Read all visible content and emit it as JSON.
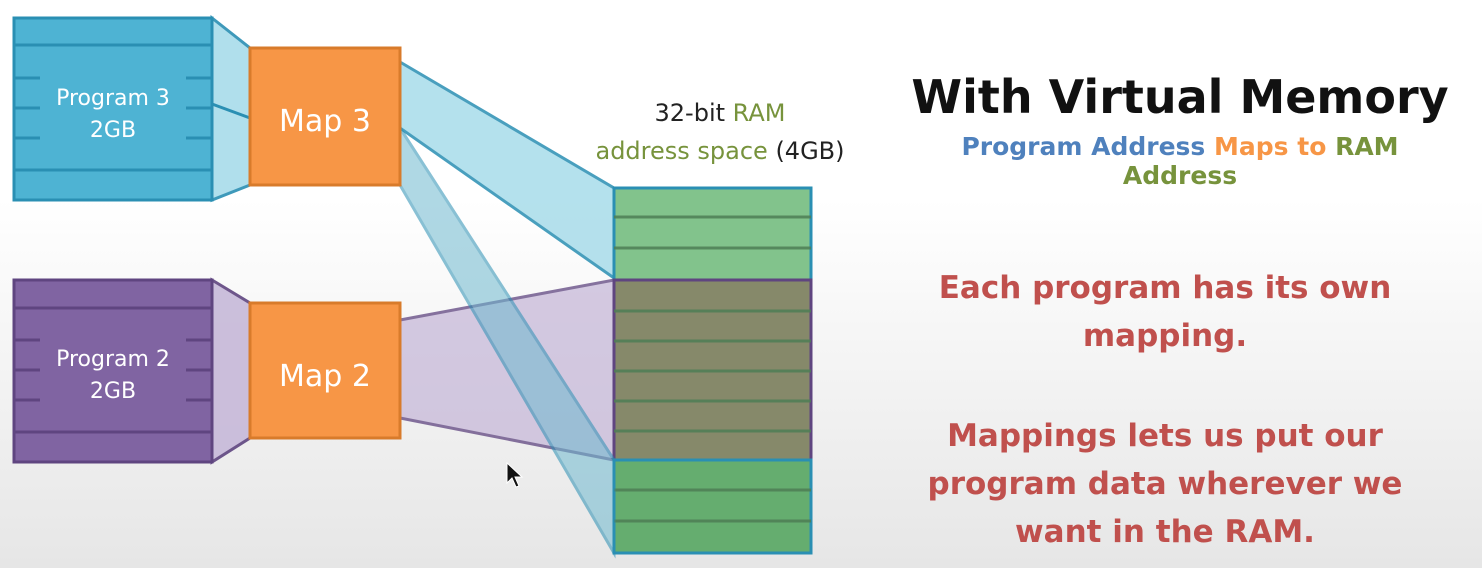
{
  "programs": [
    {
      "name": "Program 3",
      "size": "2GB",
      "color": "#4eb3d3"
    },
    {
      "name": "Program 2",
      "size": "2GB",
      "color": "#8064a2"
    }
  ],
  "maps": [
    {
      "label": "Map 3",
      "color": "#f79646"
    },
    {
      "label": "Map 2",
      "color": "#f79646"
    }
  ],
  "ram": {
    "label_line1_a": "32-bit ",
    "label_line1_b": "RAM",
    "label_line2_a": "address space",
    "label_line2_b": " (4GB)",
    "segment_colors": [
      "#82c38c",
      "#86896a",
      "#65ad6f"
    ]
  },
  "heading": {
    "title": "With Virtual Memory",
    "subtitle_part1": "Program Address",
    "subtitle_part2": " Maps to ",
    "subtitle_part3": "RAM Address"
  },
  "colors": {
    "blue_text": "#4f81bd",
    "orange_text": "#f79646",
    "green_text": "#77933c",
    "red_text": "#c0504d"
  },
  "notes": {
    "note1": "Each program has its own mapping.",
    "note2": "Mappings lets us put our program data wherever we want in the RAM."
  }
}
